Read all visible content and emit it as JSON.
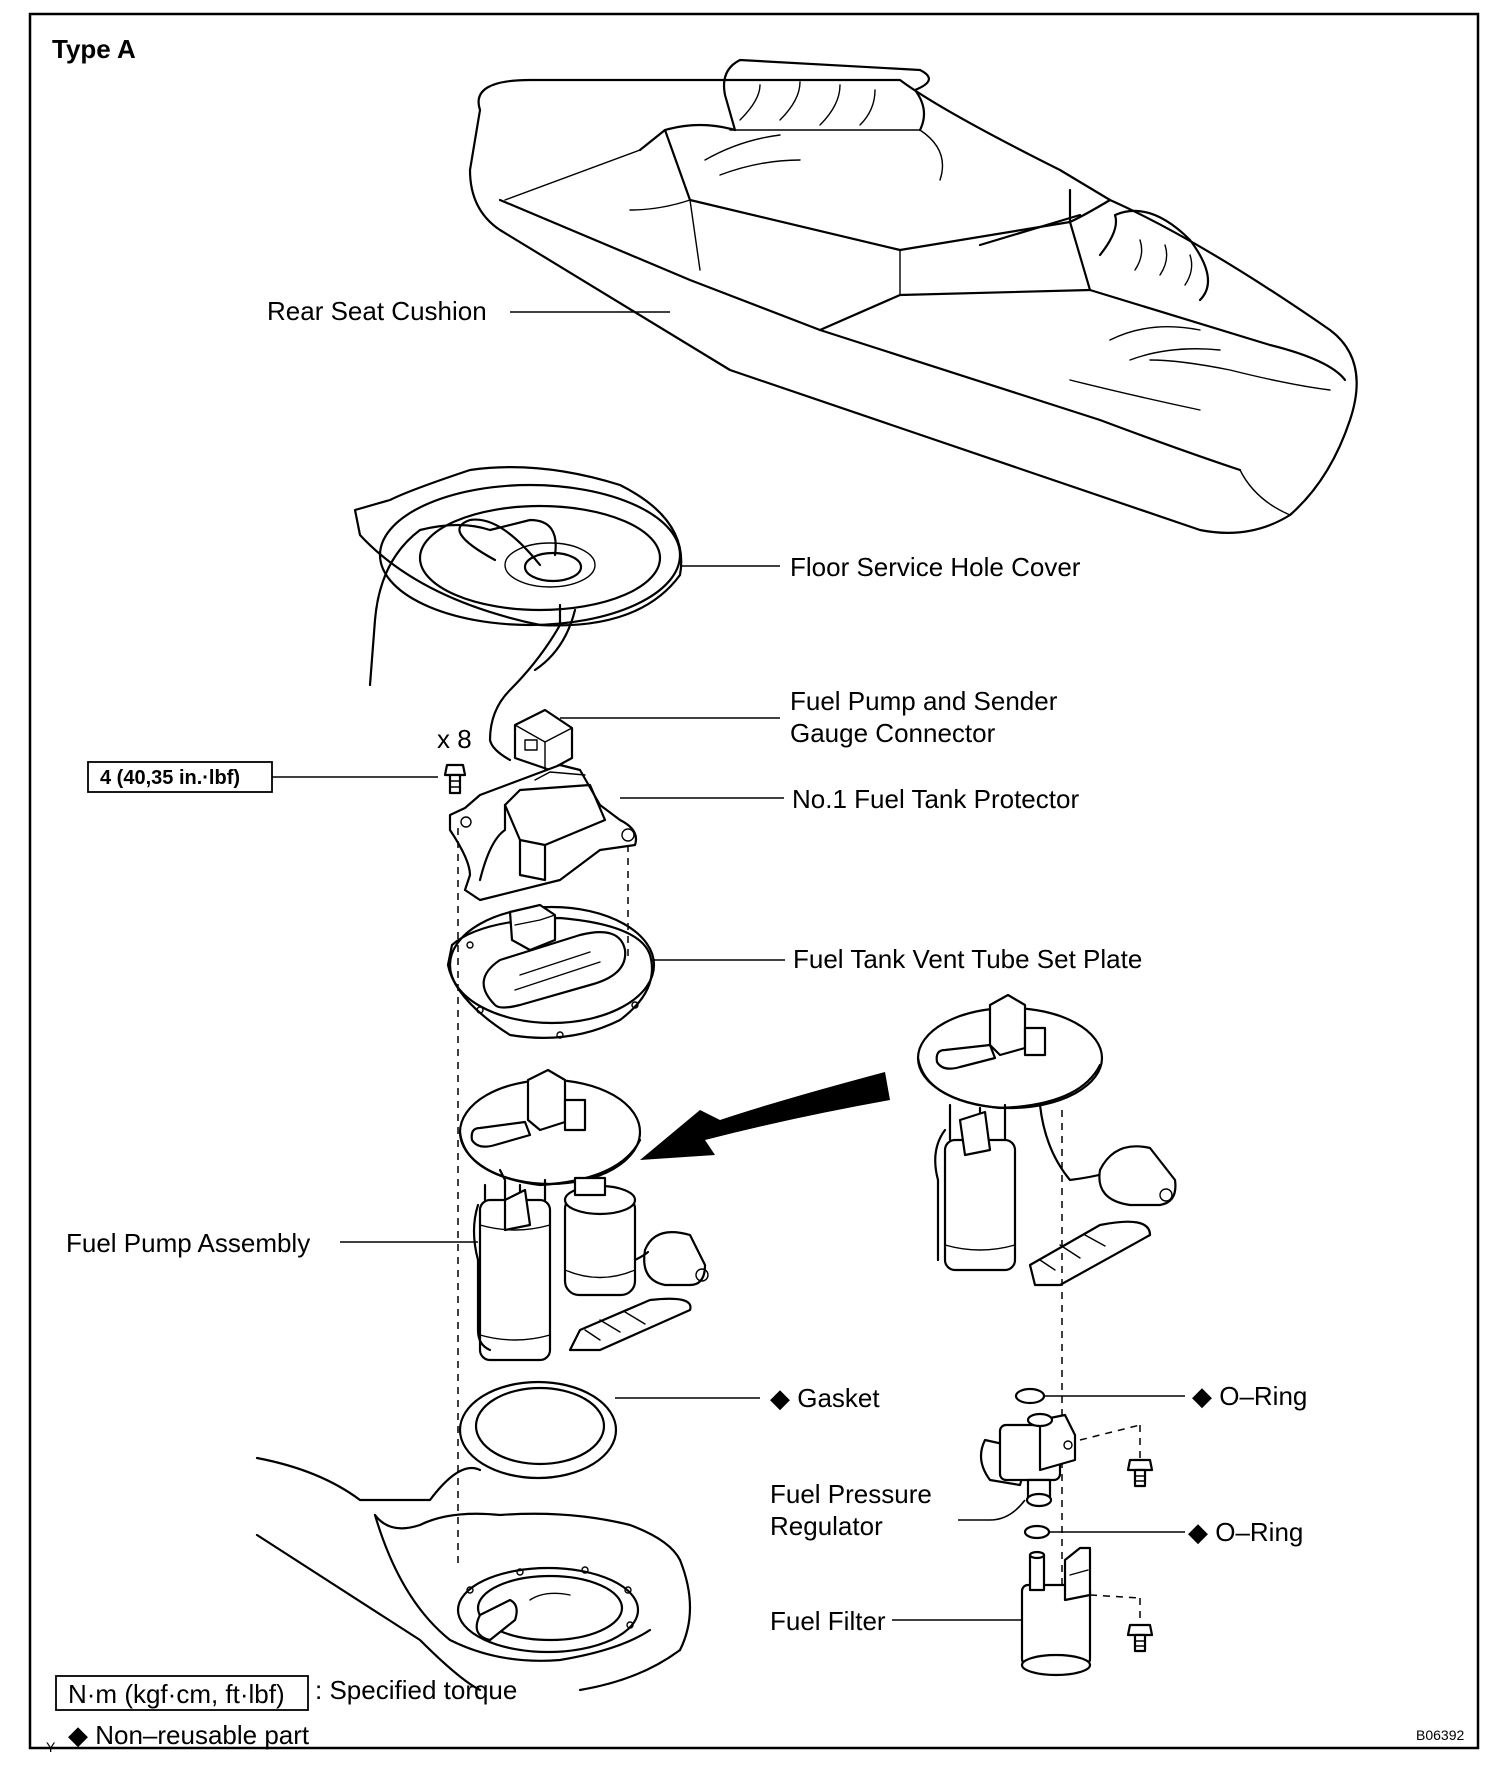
{
  "diagram": {
    "type_label": "Type A",
    "figure_code": "B06392",
    "corner_mark": "Y",
    "colors": {
      "ink": "#000000",
      "paper": "#ffffff"
    }
  },
  "labels": {
    "rear_seat_cushion": "Rear Seat Cushion",
    "floor_service_hole_cover": "Floor Service Hole Cover",
    "fuel_pump_and_sender_gauge_connector_line1": "Fuel Pump and Sender",
    "fuel_pump_and_sender_gauge_connector_line2": "Gauge Connector",
    "bolt_count": "x 8",
    "torque_value": "4 (40,35 in.·lbf)",
    "no1_fuel_tank_protector": "No.1 Fuel Tank Protector",
    "fuel_tank_vent_tube_set_plate": "Fuel Tank Vent Tube Set Plate",
    "fuel_pump_assembly": "Fuel Pump Assembly",
    "gasket": "◆ Gasket",
    "o_ring_upper": "◆ O–Ring",
    "fuel_pressure_regulator_line1": "Fuel  Pressure",
    "fuel_pressure_regulator_line2": "Regulator",
    "o_ring_lower": "◆ O–Ring",
    "fuel_filter": "Fuel Filter"
  },
  "legend": {
    "torque_unit_box": "N·m (kgf·cm, ft·lbf)",
    "torque_desc": ": Specified torque",
    "non_reusable": "◆ Non–reusable part"
  }
}
